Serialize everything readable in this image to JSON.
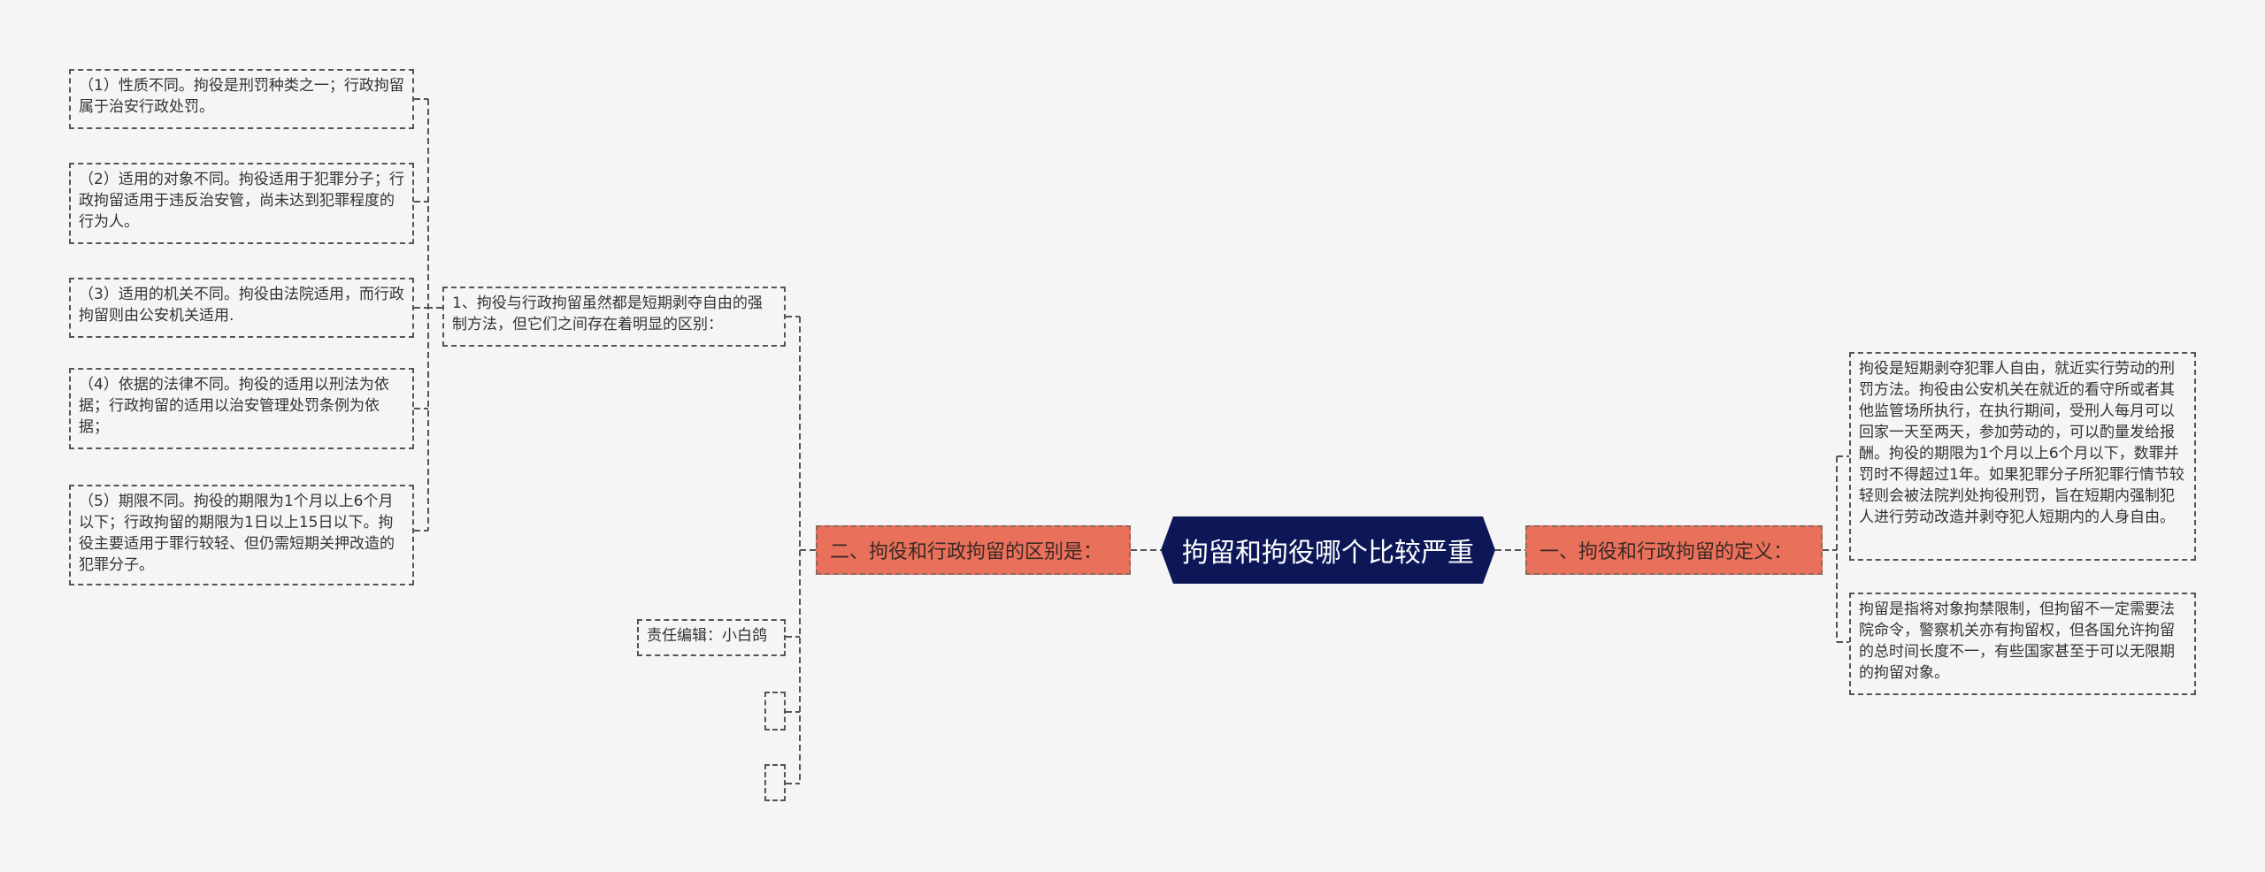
{
  "root": {
    "title": "拘留和拘役哪个比较严重"
  },
  "branches": {
    "right": {
      "label": "一、拘役和行政拘留的定义："
    },
    "left": {
      "label": "二、拘役和行政拘留的区别是："
    }
  },
  "right_nodes": [
    "拘役是短期剥夺犯罪人自由，就近实行劳动的刑罚方法。拘役由公安机关在就近的看守所或者其他监管场所执行，在执行期间，受刑人每月可以回家一天至两天，参加劳动的，可以酌量发给报酬。拘役的期限为1个月以上6个月以下，数罪并罚时不得超过1年。如果犯罪分子所犯罪行情节较轻则会被法院判处拘役刑罚，旨在短期内强制犯人进行劳动改造并剥夺犯人短期内的人身自由。",
    "拘留是指将对象拘禁限制，但拘留不一定需要法院命令，警察机关亦有拘留权，但各国允许拘留的总时间长度不一，有些国家甚至于可以无限期的拘留对象。"
  ],
  "left_mid": {
    "intro": "1、拘役与行政拘留虽然都是短期剥夺自由的强制方法，但它们之间存在着明显的区别：",
    "editor": "责任编辑：小白鸽"
  },
  "left_items": [
    "（1）性质不同。拘役是刑罚种类之一；行政拘留属于治安行政处罚。",
    "（2）适用的对象不同。拘役适用于犯罪分子；行政拘留适用于违反治安管，尚未达到犯罪程度的行为人。",
    "（3）适用的机关不同。拘役由法院适用，而行政拘留则由公安机关适用.",
    "（4）依据的法律不同。拘役的适用以刑法为依据；行政拘留的适用以治安管理处罚条例为依据；",
    "（5）期限不同。拘役的期限为1个月以上6个月以下；行政拘留的期限为1日以上15日以下。拘役主要适用于罪行较轻、但仍需短期关押改造的犯罪分子。"
  ],
  "colors": {
    "root": "#0d1757",
    "branch": "#e9705a",
    "line": "#555555"
  }
}
